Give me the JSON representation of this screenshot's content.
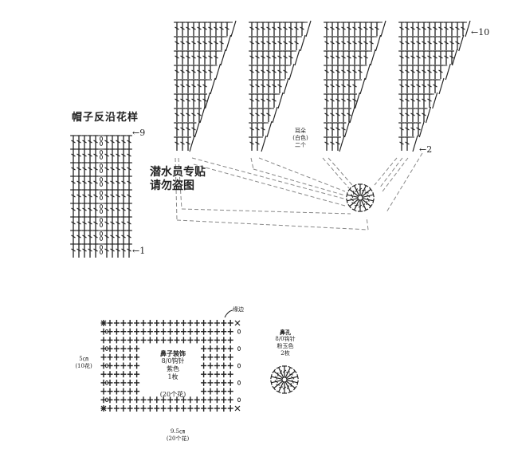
{
  "hat_edge_pattern": {
    "title": "帽子反沿花样",
    "row_top_label": "←9",
    "row_bottom_label": "←1",
    "columns": 11,
    "rows": 9
  },
  "ear_chart": {
    "row_top_label": "←10",
    "row_bottom_label": "←2",
    "panels": 4,
    "center_note": {
      "line1": "耳朵",
      "line2": "(白色)",
      "line3": "二个"
    }
  },
  "watermark": {
    "line1": "潜水员专贴",
    "line2": "请勿盗图"
  },
  "nose_decoration": {
    "edge_label": "缘边",
    "center_note": {
      "line1": "鼻子装饰",
      "line2": "8/0钩针",
      "line3": "紫色",
      "line4": "1枚",
      "line5": "(20个花)"
    },
    "height_label": {
      "line1": "5㎝",
      "line2": "(10花)"
    },
    "width_label": {
      "line1": "9.5㎝",
      "line2": "(20个花)"
    }
  },
  "nostril": {
    "line1": "鼻孔",
    "line2": "8/0钩针",
    "line3": "粉玉色",
    "line4": "2枚"
  },
  "colors": {
    "ink": "#222222",
    "dash": "#888888",
    "background": "#ffffff"
  }
}
